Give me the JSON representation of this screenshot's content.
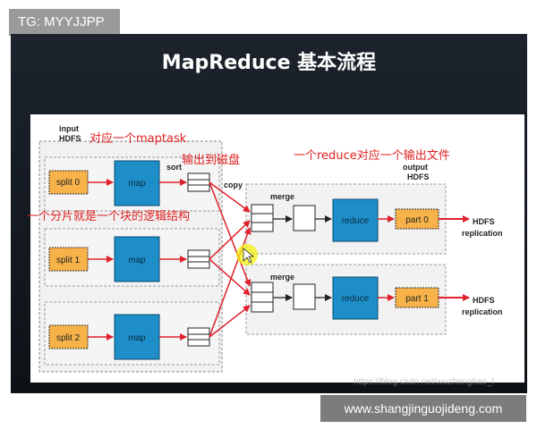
{
  "tag": "TG: MYYJJPP",
  "title": "MapReduce 基本流程",
  "diagram": {
    "input_label": [
      "input",
      "HDFS"
    ],
    "output_label": [
      "output",
      "HDFS"
    ],
    "splits": [
      "split 0",
      "split 1",
      "split 2"
    ],
    "map_label": "map",
    "sort_label": "sort",
    "copy_label": "copy",
    "merge_label": "merge",
    "reduce_label": "reduce",
    "parts": [
      "part 0",
      "part 1"
    ],
    "hdfs_replication": [
      "HDFS",
      "replication"
    ]
  },
  "annotations": {
    "maptask": "对应一个maptask",
    "output_disk": "输出到磁盘",
    "split_block": "一个分片就是一个块的逻辑结构",
    "reduce_file": "一个reduce对应一个输出文件"
  },
  "watermark": "www.shangjinguojideng.com",
  "csdn_watermark": "https://blog.csdn.net/wuzhenghao_l",
  "colors": {
    "split_fill": "#f7b24a",
    "map_fill": "#1e8ec9",
    "arrow": "#e0202a",
    "annotation": "#e02020"
  }
}
